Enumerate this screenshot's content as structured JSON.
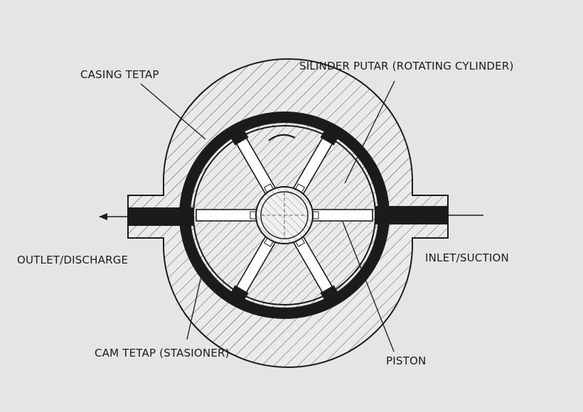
{
  "diagram": {
    "labels": {
      "casing": "CASING TETAP",
      "rotor": "SILINDER PUTAR (ROTATING CYLINDER)",
      "outlet": "OUTLET/DISCHARGE",
      "inlet": "INLET/SUCTION",
      "cam": "CAM TETAP (STASIONER)",
      "piston": "PISTON"
    }
  },
  "colors": {
    "background": "#e4e5e5",
    "ink": "#1b1b1b",
    "casing_fill": "#e9eaea",
    "hatch": "#3a3a3a"
  }
}
